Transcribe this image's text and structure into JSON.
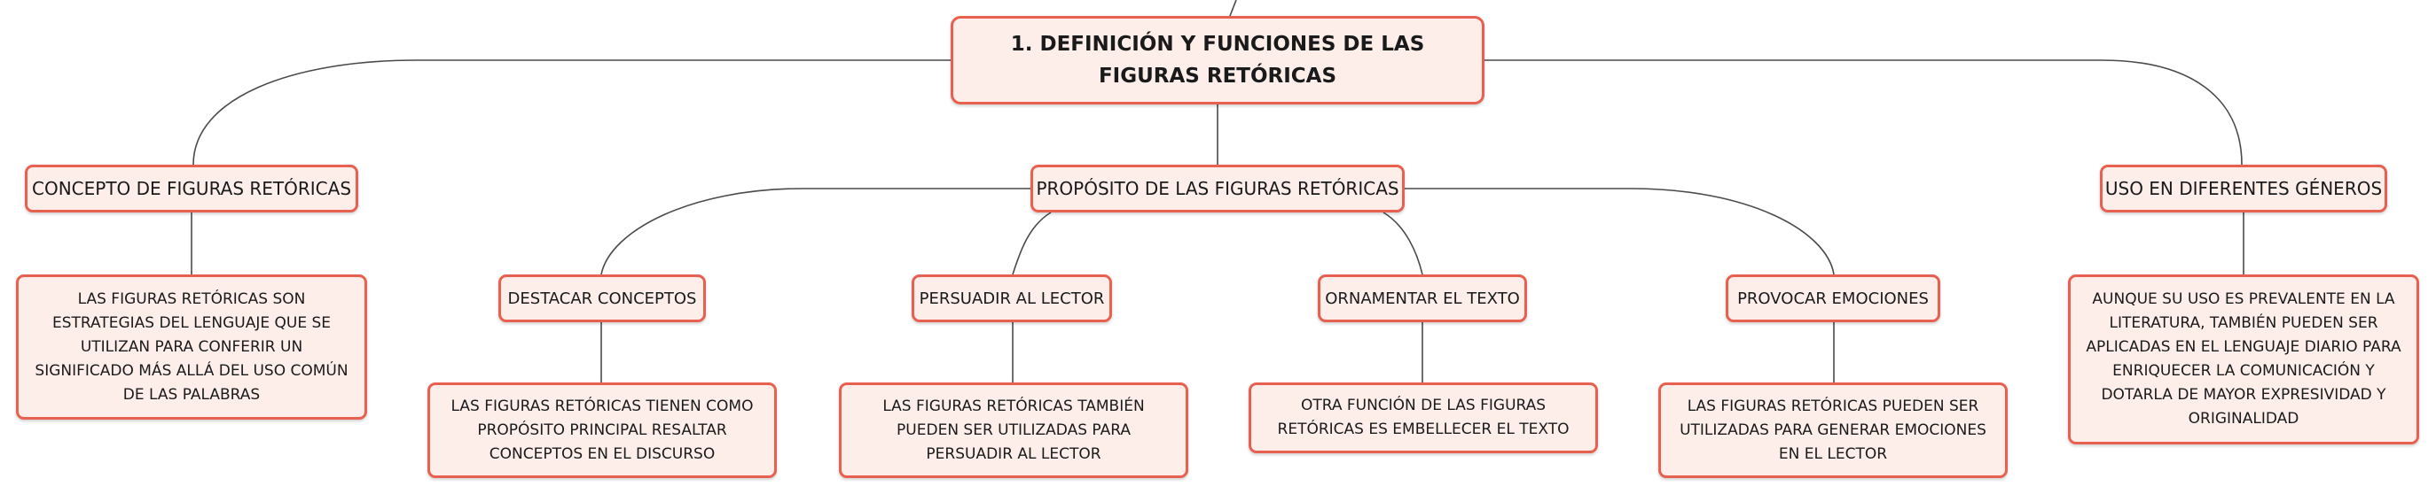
{
  "root": {
    "title": "1. DEFINICIÓN Y FUNCIONES DE LAS FIGURAS RETÓRICAS"
  },
  "concepto": {
    "label": "CONCEPTO DE FIGURAS RETÓRICAS",
    "detail": "LAS FIGURAS RETÓRICAS SON ESTRATEGIAS DEL LENGUAJE QUE SE UTILIZAN PARA CONFERIR UN SIGNIFICADO MÁS ALLÁ DEL USO COMÚN DE LAS PALABRAS"
  },
  "proposito": {
    "label": "PROPÓSITO DE LAS FIGURAS RETÓRICAS",
    "children": [
      {
        "label": "DESTACAR CONCEPTOS",
        "detail": "LAS FIGURAS RETÓRICAS TIENEN COMO PROPÓSITO PRINCIPAL RESALTAR CONCEPTOS EN EL DISCURSO"
      },
      {
        "label": "PERSUADIR AL LECTOR",
        "detail": "LAS FIGURAS RETÓRICAS TAMBIÉN PUEDEN SER UTILIZADAS PARA PERSUADIR AL LECTOR"
      },
      {
        "label": "ORNAMENTAR EL TEXTO",
        "detail": "OTRA FUNCIÓN DE LAS FIGURAS RETÓRICAS ES EMBELLECER EL TEXTO"
      },
      {
        "label": "PROVOCAR EMOCIONES",
        "detail": "LAS FIGURAS RETÓRICAS PUEDEN SER UTILIZADAS PARA GENERAR EMOCIONES EN EL LECTOR"
      }
    ]
  },
  "uso": {
    "label": "USO EN DIFERENTES GÉNEROS",
    "detail": "AUNQUE SU USO ES PREVALENTE EN LA LITERATURA, TAMBIÉN PUEDEN SER APLICADAS EN EL LENGUAJE DIARIO PARA ENRIQUECER LA COMUNICACIÓN Y DOTARLA DE MAYOR EXPRESIVIDAD Y ORIGINALIDAD"
  },
  "colors": {
    "border": "#e8604f",
    "fill": "#fdeeea",
    "line": "#4a4a4a"
  }
}
